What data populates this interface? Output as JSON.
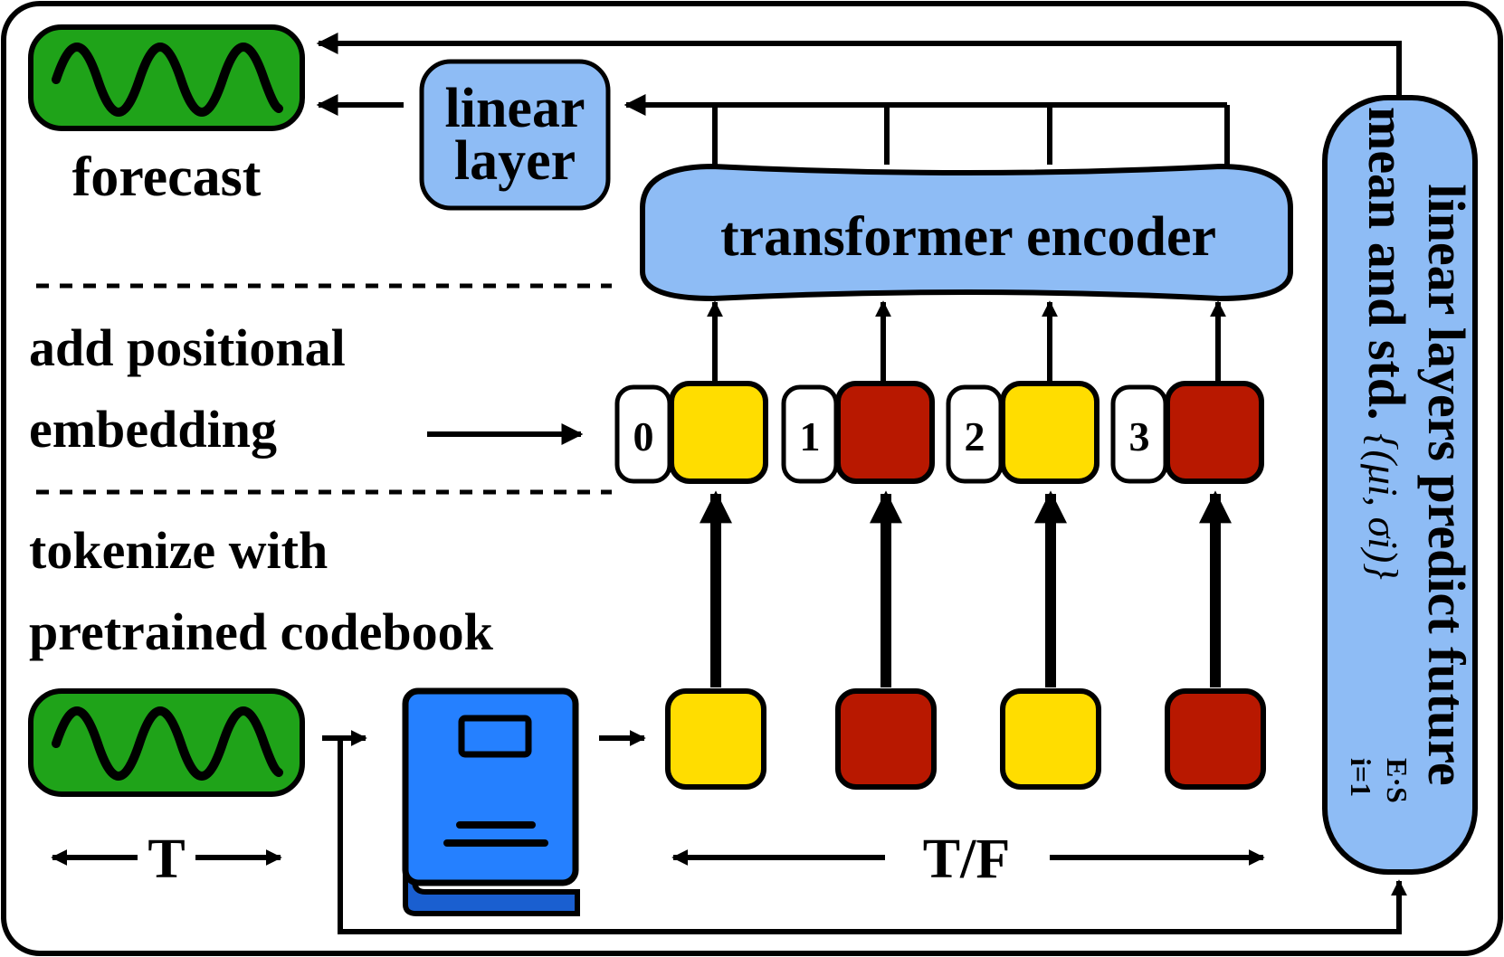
{
  "forecast_label": "forecast",
  "linear_layer": {
    "line1": "linear",
    "line2": "layer"
  },
  "encoder_label": "transformer encoder",
  "positional_step": {
    "line1": "add positional",
    "line2": "embedding"
  },
  "tokenize_step": {
    "line1": "tokenize with",
    "line2": "pretrained codebook"
  },
  "input_length_label": "T",
  "token_length_label": "T/F",
  "position_indices": [
    "0",
    "1",
    "2",
    "3"
  ],
  "side_panel": {
    "line1": "linear layers predict future",
    "line2_text": "mean and std.",
    "line2_math": "{(μi, σi)}",
    "line2_sub": "i=1",
    "line2_sup": "E·S"
  },
  "colors": {
    "waveform_box": "#1fa319",
    "light_blue": "#8ebcf5",
    "codebook_blue": "#2580ff",
    "token_yellow": "#ffdd00",
    "token_red": "#b81800"
  }
}
